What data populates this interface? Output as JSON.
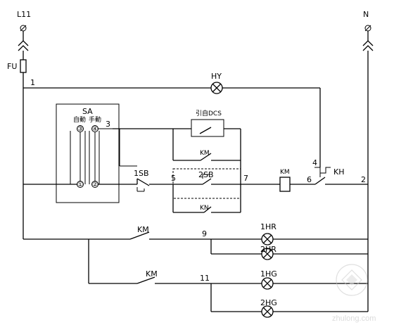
{
  "terminals": {
    "left": "L11",
    "right": "N",
    "fuse": "FU"
  },
  "nodes": {
    "n1": "1",
    "n2": "2",
    "n3": "3",
    "n4": "4",
    "n5": "5",
    "n6": "6",
    "n7": "7",
    "n9": "9",
    "n11": "11"
  },
  "switch": {
    "name": "SA",
    "contact1": "①",
    "contact2": "②",
    "contact3": "③",
    "contact4": "④",
    "mode_auto": "自動",
    "mode_manual": "手動"
  },
  "components": {
    "hy": "HY",
    "dcs": "引自DCS",
    "km_parallel": "KM",
    "sb1": "1SB",
    "sb2": "2SB",
    "km_under_sb2": "KN",
    "km_coil": "KM",
    "kh": "KH",
    "km_lamp_red": "KM",
    "km_lamp_green": "KM"
  },
  "lamps": {
    "hr1": "1HR",
    "hr2": "2HR",
    "hg1": "1HG",
    "hg2": "2HG"
  },
  "watermark": "zhulong.com"
}
